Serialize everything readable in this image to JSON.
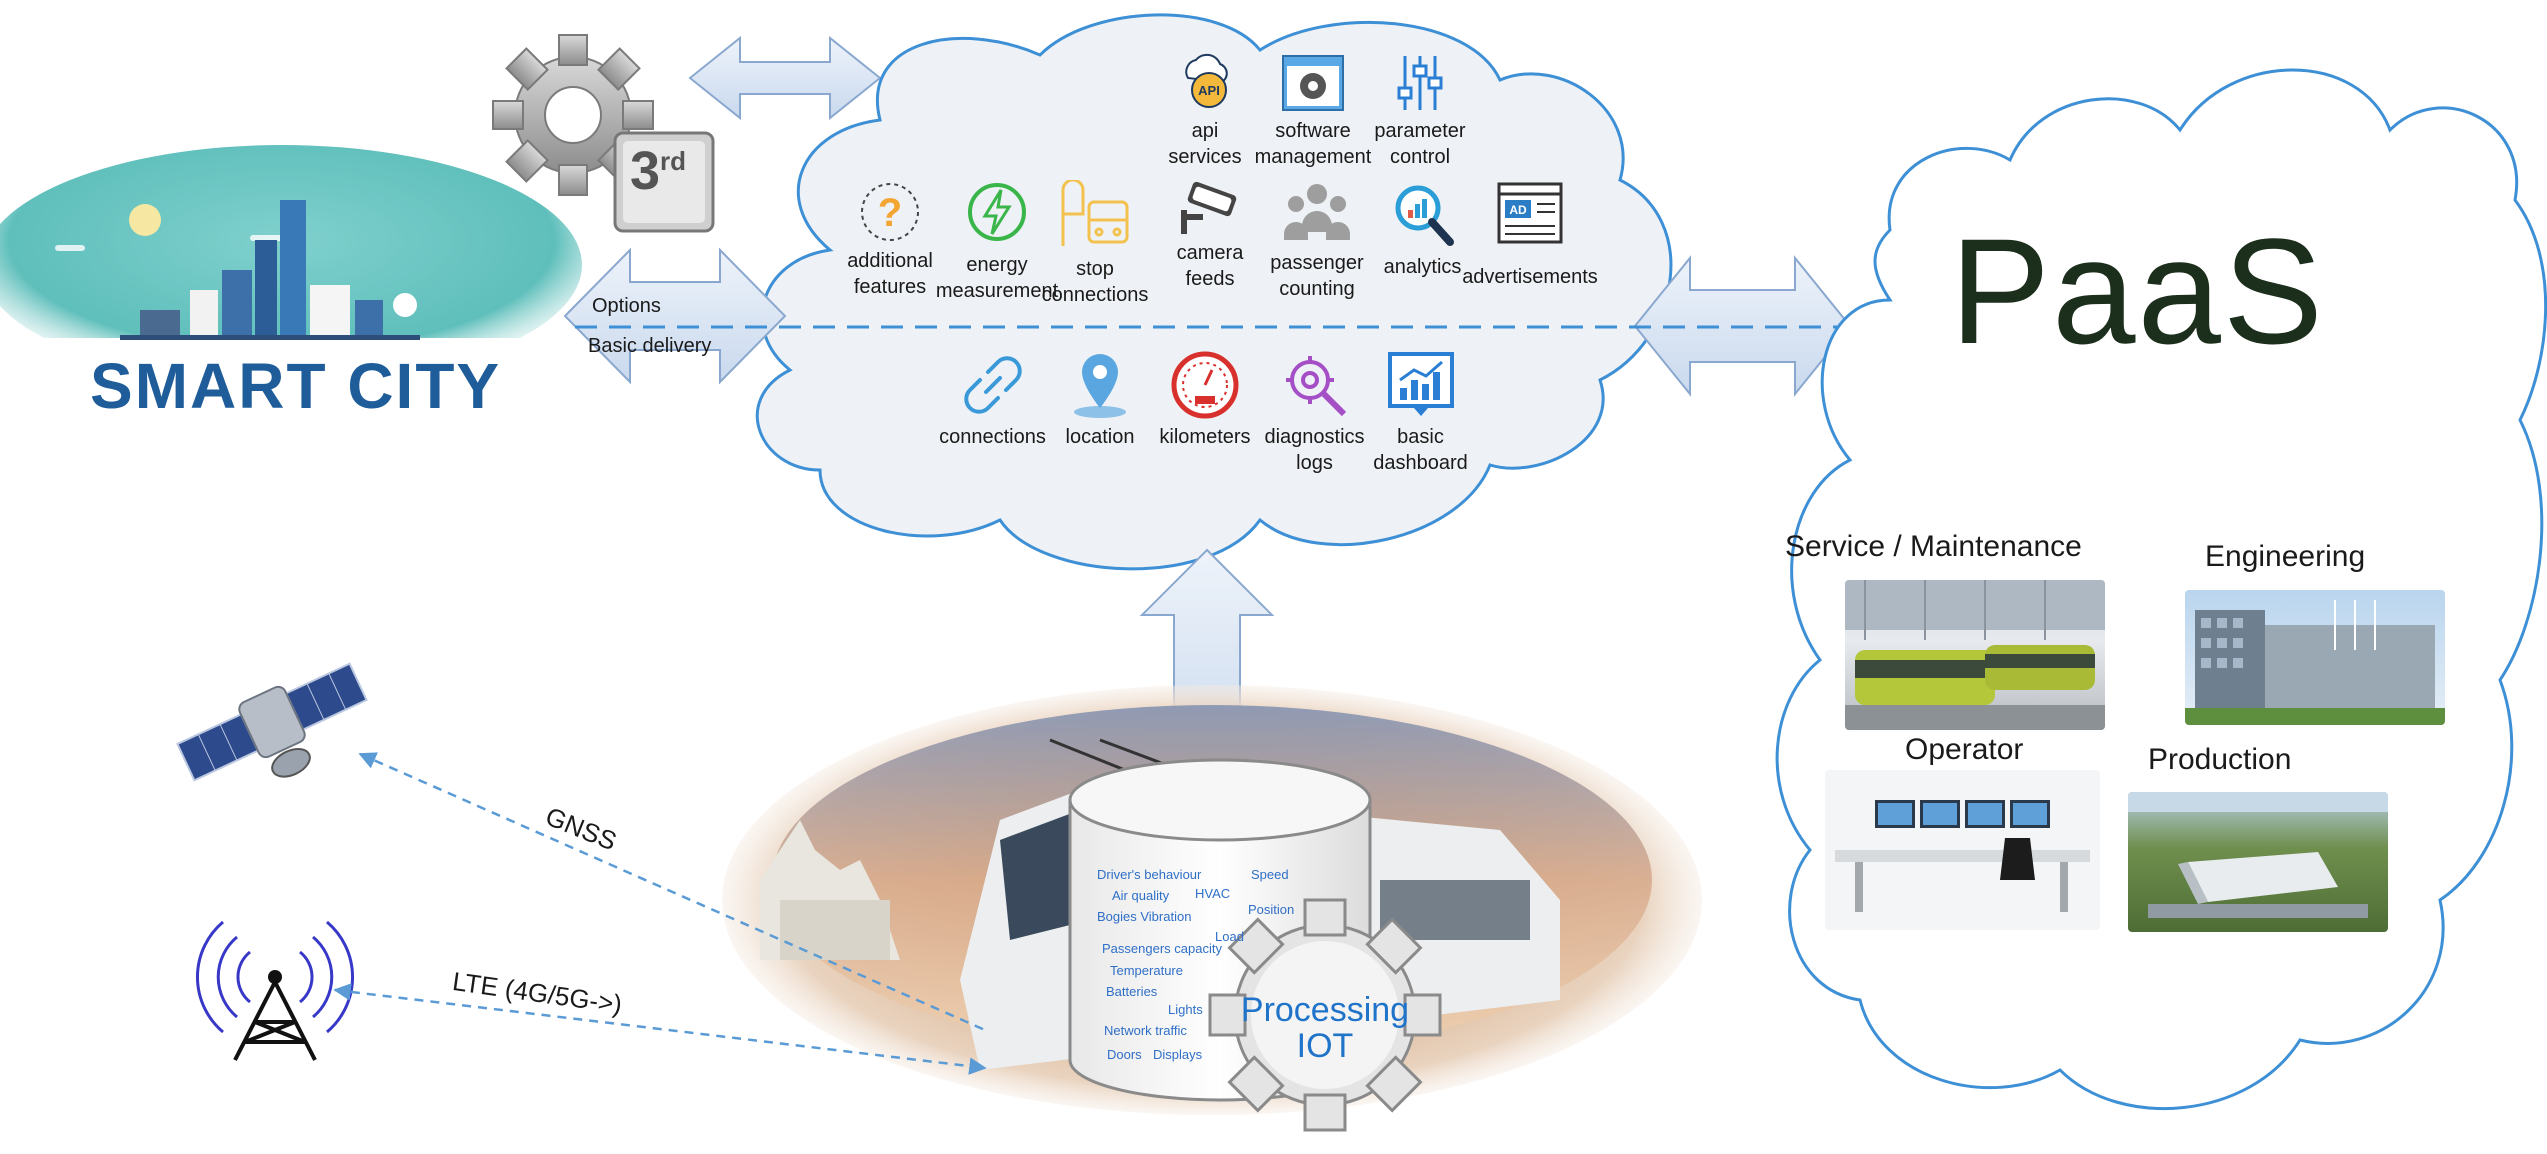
{
  "smart_city": {
    "label": "SMART CITY"
  },
  "third_party": {
    "label": "3",
    "superscript": "rd"
  },
  "left_arrow": {
    "options_label": "Options",
    "basic_delivery_label": "Basic delivery"
  },
  "cloud_services": {
    "top_row": [
      {
        "label_line1": "api",
        "label_line2": "services",
        "icon": "api-icon"
      },
      {
        "label_line1": "software",
        "label_line2": "management",
        "icon": "software-gear-icon"
      },
      {
        "label_line1": "parameter",
        "label_line2": "control",
        "icon": "slider-control-icon"
      }
    ],
    "middle_row": [
      {
        "label_line1": "additional",
        "label_line2": "features",
        "icon": "question-icon"
      },
      {
        "label_line1": "energy",
        "label_line2": "measurement",
        "icon": "energy-icon"
      },
      {
        "label_line1": "stop",
        "label_line2": "connections",
        "icon": "bus-stop-icon"
      },
      {
        "label_line1": "camera",
        "label_line2": "feeds",
        "icon": "camera-icon"
      },
      {
        "label_line1": "passenger",
        "label_line2": "counting",
        "icon": "people-icon"
      },
      {
        "label_line1": "analytics",
        "label_line2": "",
        "icon": "analytics-icon"
      },
      {
        "label_line1": "advertisements",
        "label_line2": "",
        "icon": "ad-icon"
      }
    ],
    "bottom_row": [
      {
        "label_line1": "connections",
        "label_line2": "",
        "icon": "link-icon"
      },
      {
        "label_line1": "location",
        "label_line2": "",
        "icon": "location-pin-icon"
      },
      {
        "label_line1": "kilometers",
        "label_line2": "",
        "icon": "speedometer-icon"
      },
      {
        "label_line1": "diagnostics",
        "label_line2": "logs",
        "icon": "diagnostics-icon"
      },
      {
        "label_line1": "basic",
        "label_line2": "dashboard",
        "icon": "dashboard-icon"
      }
    ]
  },
  "paas": {
    "title": "PaaS",
    "departments": [
      {
        "label": "Service / Maintenance"
      },
      {
        "label": "Engineering"
      },
      {
        "label": "Operator"
      },
      {
        "label": "Production"
      }
    ]
  },
  "links": {
    "gnss": "GNSS",
    "lte": "LTE (4G/5G->)"
  },
  "database_items": [
    "Driver's behaviour",
    "Speed",
    "Air quality",
    "HVAC",
    "Position",
    "Bogies Vibration",
    "Load",
    "Passengers capacity",
    "Temperature",
    "Batteries",
    "Lights",
    "Network traffic",
    "Doors",
    "Displays"
  ],
  "processing": {
    "line1": "Processing",
    "line2": "IOT"
  },
  "colors": {
    "cloud_fill": "#eef1f5",
    "cloud_stroke": "#3d8fd6",
    "arrow_fill": "#dfe9f6",
    "link_blue": "#5b9bd5",
    "paas_text": "#1c2e1c"
  }
}
